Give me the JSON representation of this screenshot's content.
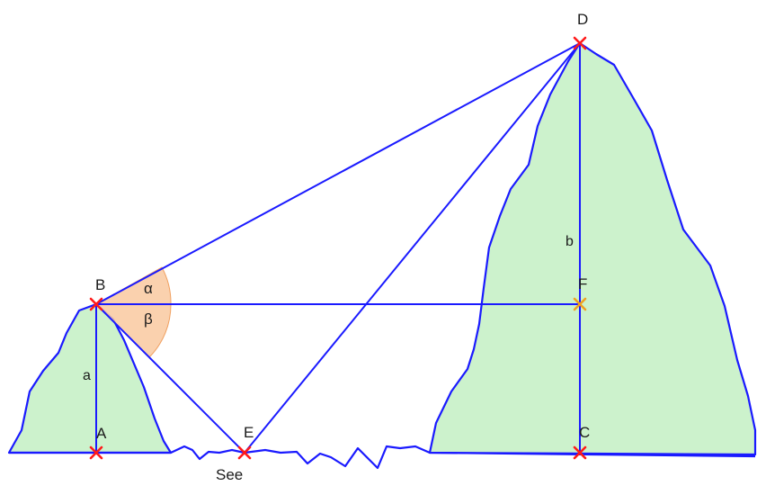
{
  "colors": {
    "terrain_fill": "#ccf2cc",
    "outline": "#1a1aff",
    "angle_fill": "#f9c9a0",
    "angle_stroke": "#f0a060",
    "point_marker": "#ff1a1a",
    "point_marker_f": "#f0a020",
    "text": "#1a1a1a"
  },
  "points": {
    "A": "A",
    "B": "B",
    "C": "C",
    "D": "D",
    "E": "E",
    "F": "F"
  },
  "labels": {
    "segment_a": "a",
    "segment_b": "b",
    "alpha": "α",
    "beta": "β",
    "lake": "See"
  }
}
